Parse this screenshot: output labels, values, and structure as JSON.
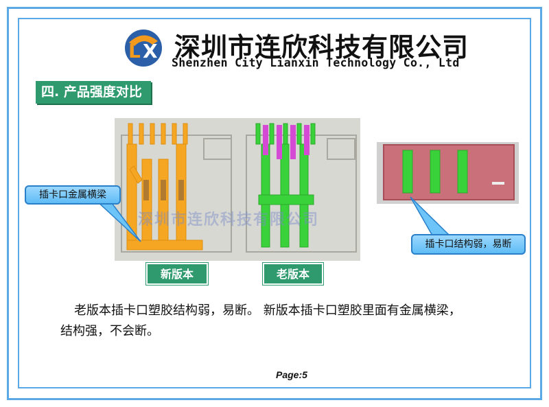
{
  "header": {
    "company_cn": "深圳市连欣科技有限公司",
    "company_en": "Shenzhen City Lianxin Technology Co., Ltd",
    "logo_icon": "lx-logo-icon"
  },
  "section": {
    "title": "四. 产品强度对比"
  },
  "figure": {
    "watermark": "深圳市连欣科技有限公司",
    "callout_left": "插卡口金属横梁",
    "callout_right": "插卡口结构弱，易断",
    "label_new": "新版本",
    "label_old": "老版本"
  },
  "description": {
    "line1": "老版本插卡口塑胶结构弱，易断。 新版本插卡口塑胶里面有金属横梁，",
    "line2": "结构强，不会断。"
  },
  "footer": {
    "page": "Page:5"
  },
  "colors": {
    "frame": "#5aa9e6",
    "section_bg": "#2f9a6e",
    "callout": "#6cc4f8"
  }
}
